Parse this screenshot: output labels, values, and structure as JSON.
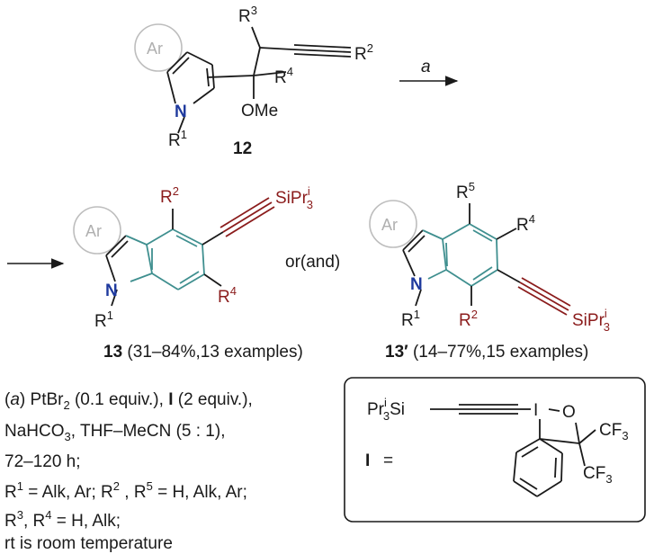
{
  "colors": {
    "bond": "#1a1a1a",
    "teal_ring": "#3f8f8f",
    "nitrogen": "#1f3a9e",
    "substituent": "#8b1c1c",
    "ar_circle": "#bdbdbd"
  },
  "labels": {
    "ar": "Ar",
    "nitrogen": "N",
    "r1": "R",
    "r1_sup": "1",
    "r2": "R",
    "r2_sup": "2",
    "r3": "R",
    "r3_sup": "3",
    "r4": "R",
    "r4_sup": "4",
    "r5": "R",
    "r5_sup": "5",
    "ome": "OMe",
    "tips_main": "SiPr",
    "tips_sup": "i",
    "tips_sub": "3",
    "arrow_label": "a",
    "or_and": "or(and)",
    "cf3": "CF",
    "cf3_sub": "3",
    "iodine": "I",
    "oxygen": "O",
    "reagent_prefix": "Pr",
    "reagent_sup": "i",
    "reagent_sub": "3",
    "reagent_si": "Si",
    "reagent_label": "I",
    "equals": "="
  },
  "compounds": {
    "c12": "12",
    "c13": "13",
    "c13_caption": "(31–84%,13 examples)",
    "c13p": "13",
    "c13p_prime": "′",
    "c13p_caption": "(14–77%,15 examples)"
  },
  "conditions": {
    "l1_a": "a",
    "l1_b": "PtBr",
    "l1_b_sub": "2",
    "l1_c": " (0.1 equiv.), ",
    "l1_d": "I",
    "l1_e": " (2 equiv.),",
    "l2_a": "NaHCO",
    "l2_sub": "3",
    "l2_b": ", THF–MeCN (5 : 1),",
    "l3": "72–120 h;",
    "l4_a": "R",
    "l4_s1": "1",
    "l4_b": " = Alk, Ar; R",
    "l4_s2": "2",
    "l4_c": " , R",
    "l4_s3": "5",
    "l4_d": " = H, Alk, Ar;",
    "l5_a": "R",
    "l5_s1": "3",
    "l5_b": ", R",
    "l5_s2": "4",
    "l5_c": " = H, Alk;",
    "l6": "rt is room temperature"
  }
}
